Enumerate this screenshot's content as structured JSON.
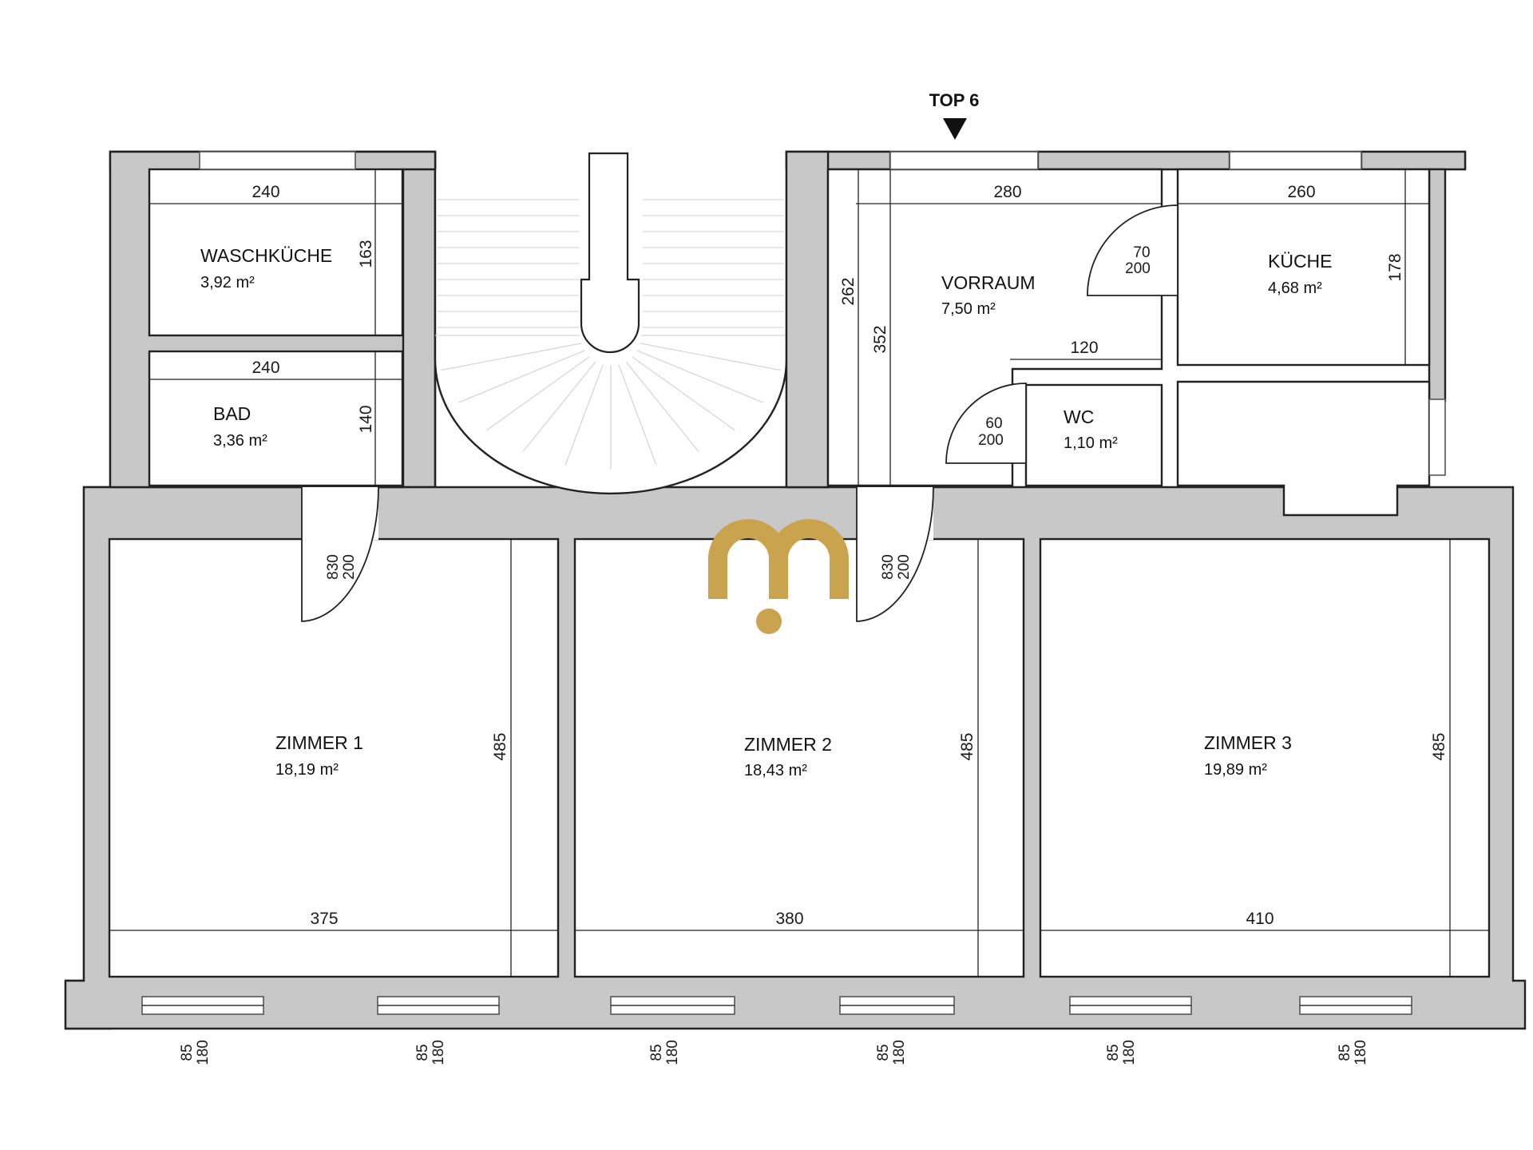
{
  "unit_label": {
    "text": "TOP 6"
  },
  "logo": {
    "letter": "m",
    "color": "#c9a34e"
  },
  "colors": {
    "wall": "#c8c8c8",
    "line": "#222222",
    "background": "#ffffff"
  },
  "rooms": [
    {
      "id": "waschkueche",
      "name": "WASCHKÜCHE",
      "area": "3,92 m²"
    },
    {
      "id": "bad",
      "name": "BAD",
      "area": "3,36 m²"
    },
    {
      "id": "vorraum",
      "name": "VORRAUM",
      "area": "7,50 m²"
    },
    {
      "id": "kueche",
      "name": "KÜCHE",
      "area": "4,68 m²"
    },
    {
      "id": "wc",
      "name": "WC",
      "area": "1,10 m²"
    },
    {
      "id": "zimmer1",
      "name": "ZIMMER 1",
      "area": "18,19 m²"
    },
    {
      "id": "zimmer2",
      "name": "ZIMMER 2",
      "area": "18,43 m²"
    },
    {
      "id": "zimmer3",
      "name": "ZIMMER 3",
      "area": "19,89 m²"
    }
  ],
  "dimensions": {
    "waschkueche_w": "240",
    "waschkueche_h": "163",
    "bad_w": "240",
    "bad_h": "140",
    "vorraum_w": "280",
    "vorraum_h1": "262",
    "vorraum_h2": "352",
    "vorraum_notch": "120",
    "kueche_w": "260",
    "kueche_h": "178",
    "zimmer1_w": "375",
    "zimmer1_h": "485",
    "zimmer2_w": "380",
    "zimmer2_h": "485",
    "zimmer3_w": "410",
    "zimmer3_h": "485"
  },
  "doors": [
    {
      "id": "kueche_door",
      "width": "70",
      "height": "200"
    },
    {
      "id": "wc_door",
      "width": "60",
      "height": "200"
    },
    {
      "id": "zimmer1_door",
      "width": "830",
      "height": "200"
    },
    {
      "id": "zimmer2_door",
      "width": "830",
      "height": "200"
    }
  ],
  "windows": [
    {
      "id": "w1",
      "width": "85",
      "height": "180"
    },
    {
      "id": "w2",
      "width": "85",
      "height": "180"
    },
    {
      "id": "w3",
      "width": "85",
      "height": "180"
    },
    {
      "id": "w4",
      "width": "85",
      "height": "180"
    },
    {
      "id": "w5",
      "width": "85",
      "height": "180"
    },
    {
      "id": "w6",
      "width": "85",
      "height": "180"
    }
  ]
}
